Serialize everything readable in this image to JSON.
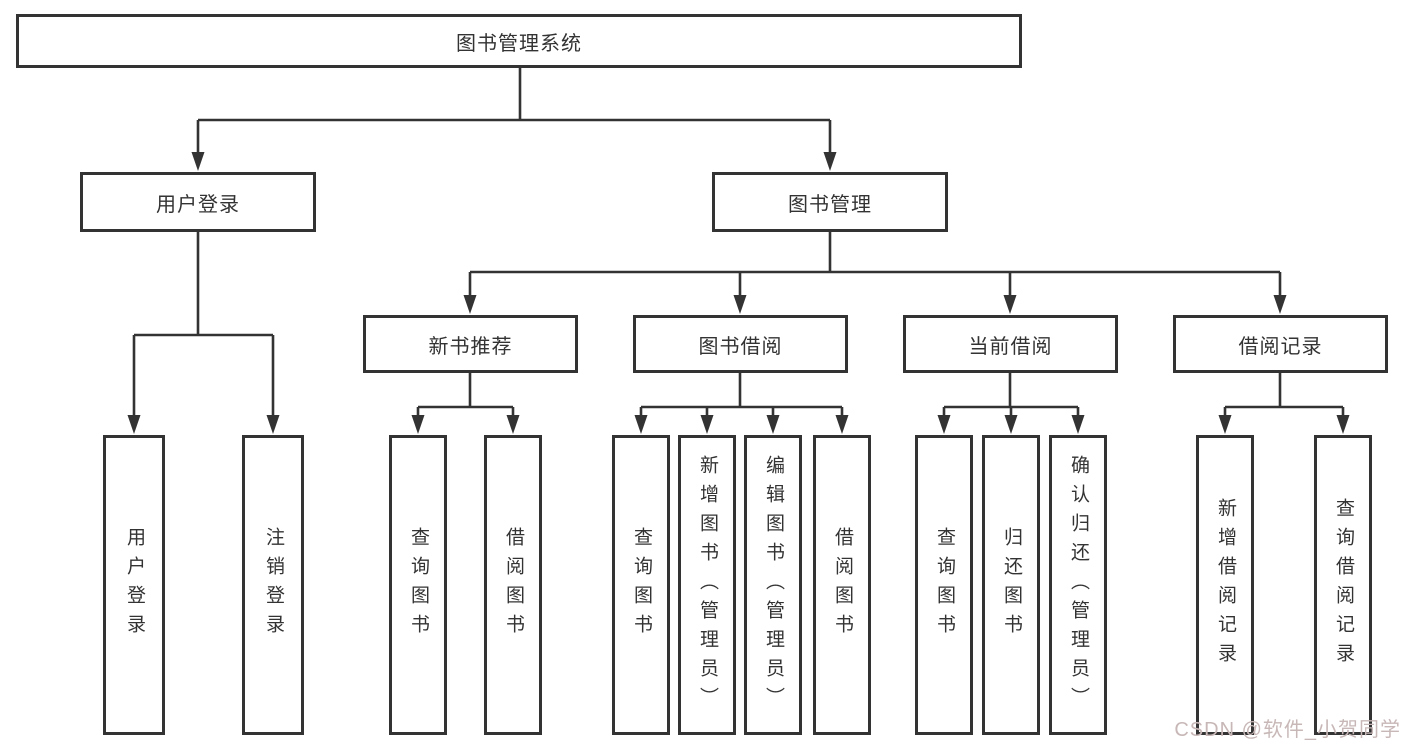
{
  "diagram": {
    "title": "图书管理系统",
    "branches": [
      {
        "label": "用户登录",
        "children": [
          {
            "label": "用户登录"
          },
          {
            "label": "注销登录"
          }
        ]
      },
      {
        "label": "图书管理",
        "children": [
          {
            "label": "新书推荐",
            "children": [
              {
                "label": "查询图书"
              },
              {
                "label": "借阅图书"
              }
            ]
          },
          {
            "label": "图书借阅",
            "children": [
              {
                "label": "查询图书"
              },
              {
                "label": "新增图书（管理员）"
              },
              {
                "label": "编辑图书（管理员）"
              },
              {
                "label": "借阅图书"
              }
            ]
          },
          {
            "label": "当前借阅",
            "children": [
              {
                "label": "查询图书"
              },
              {
                "label": "归还图书"
              },
              {
                "label": "确认归还（管理员）"
              }
            ]
          },
          {
            "label": "借阅记录",
            "children": [
              {
                "label": "新增借阅记录"
              },
              {
                "label": "查询借阅记录"
              }
            ]
          }
        ]
      }
    ]
  },
  "watermark": {
    "text": "CSDN @软件_小贺同学"
  },
  "colors": {
    "line": "#333333",
    "text": "#333333",
    "background": "#ffffff",
    "watermark": "#c8b7b7"
  }
}
